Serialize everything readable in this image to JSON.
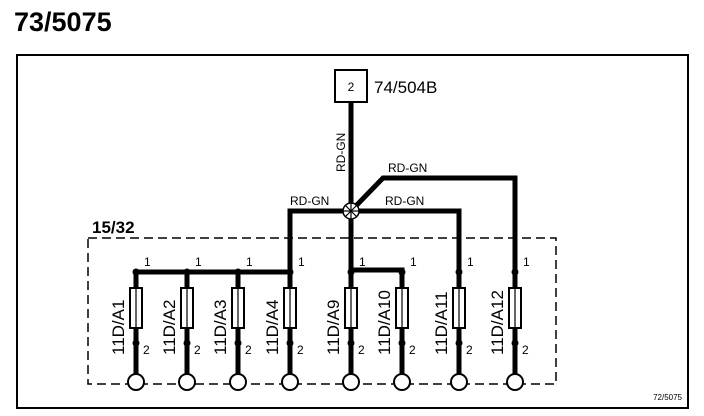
{
  "page_title": "73/5075",
  "connector": {
    "pin": "2",
    "label": "74/504B"
  },
  "group_label": "15/32",
  "wires": {
    "vertical": "RD-GN",
    "top": "RD-GN",
    "left": "RD-GN",
    "right": "RD-GN"
  },
  "fuses": [
    {
      "label": "11D/A1",
      "pin_top": "1",
      "pin_bottom": "2"
    },
    {
      "label": "11D/A2",
      "pin_top": "1",
      "pin_bottom": "2"
    },
    {
      "label": "11D/A3",
      "pin_top": "1",
      "pin_bottom": "2"
    },
    {
      "label": "11D/A4",
      "pin_top": "1",
      "pin_bottom": "2"
    },
    {
      "label": "11D/A9",
      "pin_top": "1",
      "pin_bottom": "2"
    },
    {
      "label": "11D/A10",
      "pin_top": "1",
      "pin_bottom": "2"
    },
    {
      "label": "11D/A11",
      "pin_top": "1",
      "pin_bottom": "2"
    },
    {
      "label": "11D/A12",
      "pin_top": "1",
      "pin_bottom": "2"
    }
  ],
  "figure_ref": "72/5075"
}
